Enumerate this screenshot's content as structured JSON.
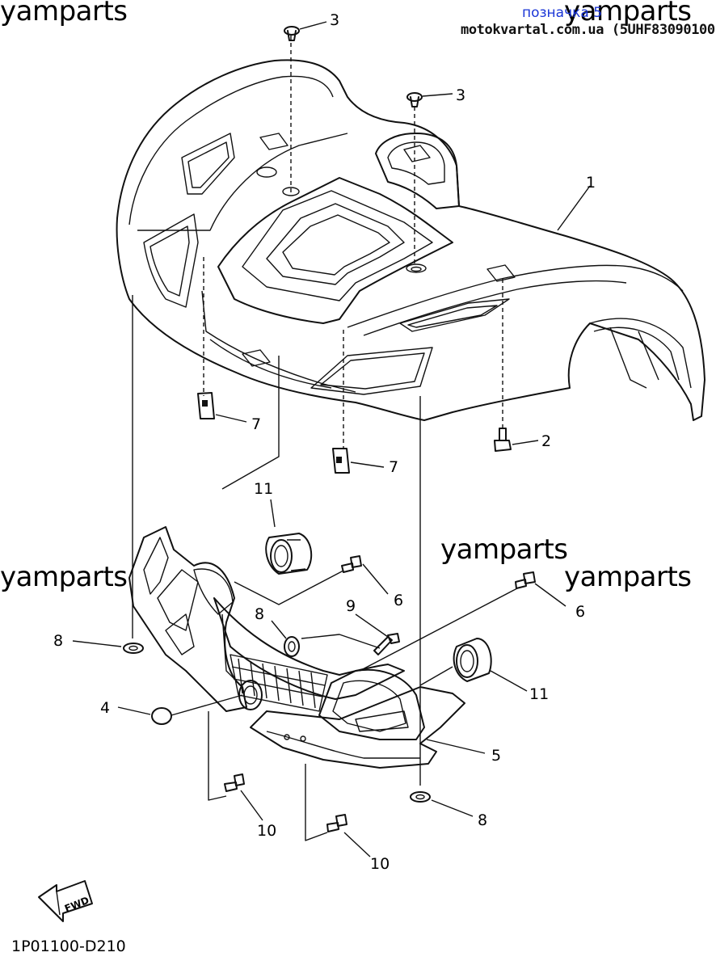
{
  "header": {
    "label_link": "позначка 5",
    "site": "motokvartal.com.ua (5UHF83090100)"
  },
  "watermarks": [
    "yamparts",
    "yamparts",
    "yamparts",
    "yamparts",
    "yamparts"
  ],
  "callouts": {
    "c1": "1",
    "c2": "2",
    "c3a": "3",
    "c3b": "3",
    "c4": "4",
    "c5": "5",
    "c6a": "6",
    "c6b": "6",
    "c7a": "7",
    "c7b": "7",
    "c8a": "8",
    "c8b": "8",
    "c8c": "8",
    "c9": "9",
    "c10a": "10",
    "c10b": "10",
    "c11a": "11",
    "c11b": "11"
  },
  "fwd_label": "FWD",
  "diagram_code": "1P01100-D210"
}
